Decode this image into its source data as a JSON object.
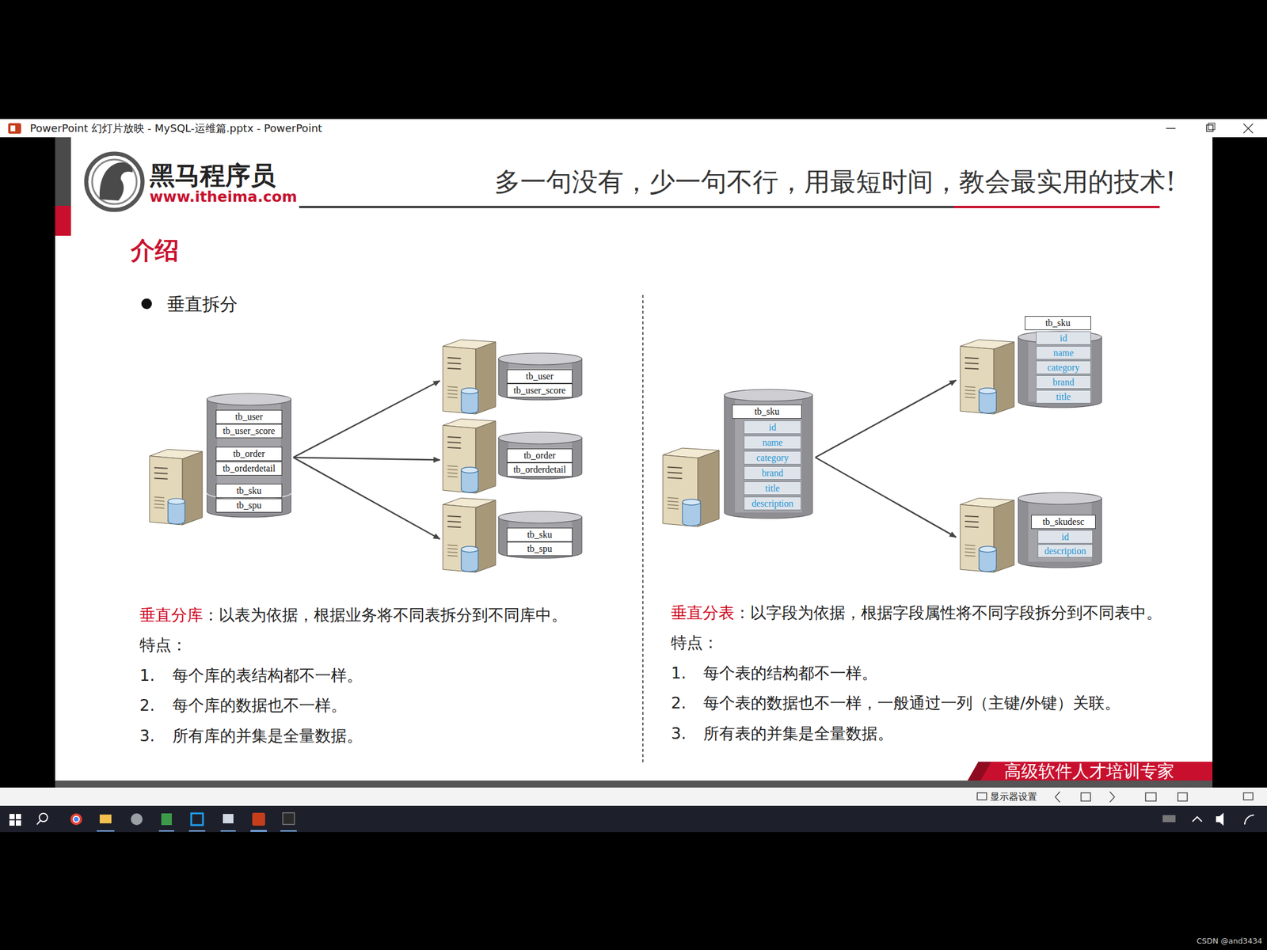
{
  "diagram": {
    "title": "介绍",
    "nodes": [
      {
        "text": []
      },
      {
        "text": [
          "tb_user"
        ],
        "in": 0
      },
      {
        "text": [
          "tb_user_score"
        ],
        "in": 0
      },
      {
        "text": [
          "tb_order"
        ],
        "in": 0
      },
      {
        "text": [
          "tb_orderdetail"
        ],
        "in": 0
      },
      {
        "text": [
          "tb_sku"
        ],
        "in": 0
      },
      {
        "text": [
          "tb_spu"
        ],
        "in": 0
      },
      {
        "text": []
      },
      {
        "text": [
          "tb_user"
        ],
        "in": 7
      },
      {
        "text": [
          "tb_user_score"
        ],
        "in": 7
      },
      {
        "text": []
      },
      {
        "text": [
          "tb_order"
        ],
        "in": 10
      },
      {
        "text": [
          "tb_orderdetail"
        ],
        "in": 10
      },
      {
        "text": []
      },
      {
        "text": [
          "tb_sku"
        ],
        "in": 13
      },
      {
        "text": [
          "tb_spu"
        ],
        "in": 13
      },
      {
        "text": []
      },
      {
        "text": [
          "tb_sku"
        ],
        "in": 16
      },
      {
        "text": [
          "id"
        ],
        "in": 16
      },
      {
        "text": [
          "name"
        ],
        "in": 16
      },
      {
        "text": [
          "category"
        ],
        "in": 16
      },
      {
        "text": [
          "brand"
        ],
        "in": 16
      },
      {
        "text": [
          "title"
        ],
        "in": 16
      },
      {
        "text": [
          "description"
        ],
        "in": 16
      },
      {
        "text": []
      },
      {
        "text": [
          "tb_sku"
        ],
        "in": 24
      },
      {
        "text": [
          "id"
        ],
        "in": 24
      },
      {
        "text": [
          "name"
        ],
        "in": 24
      },
      {
        "text": [
          "category"
        ],
        "in": 24
      },
      {
        "text": [
          "brand"
        ],
        "in": 24
      },
      {
        "text": [
          "title"
        ],
        "in": 24
      },
      {
        "text": []
      },
      {
        "text": [
          "tb_skudesc"
        ],
        "in": 31
      },
      {
        "text": [
          "id"
        ],
        "in": 31
      },
      {
        "text": [
          "description"
        ],
        "in": 31
      }
    ],
    "edges": [
      {
        "from": 0,
        "to": 7,
        "arrow": "to"
      },
      {
        "from": 0,
        "to": 10,
        "arrow": "to"
      },
      {
        "from": 0,
        "to": 13,
        "arrow": "to"
      },
      {
        "from": 16,
        "to": 24,
        "arrow": "to"
      },
      {
        "from": 16,
        "to": 31,
        "arrow": "to"
      }
    ],
    "labels": [
      "PowerPoint 幻灯片放映 - MySQL-运维篇.pptx - PowerPoint",
      "黑马程序员",
      "www.itheima.com",
      "多一句没有，少一句不行，用最短时间，教会最实用的技术!",
      "垂直拆分",
      "垂直分库",
      "：以表为依据，根据业务将不同表拆分到不同库中。",
      "特点：",
      "1.",
      "每个库的表结构都不一样。",
      "2.",
      "每个库的数据也不一样。",
      "3.",
      "所有库的并集是全量数据。",
      "垂直分表",
      "：以字段为依据，根据字段属性将不同字段拆分到不同表中。",
      "特点：",
      "1.",
      "每个表的结构都不一样。",
      "2.",
      "每个表的数据也不一样，一般通过一列（主键/外键）关联。",
      "3.",
      "所有表的并集是全量数据。",
      "高级软件人才培训专家",
      "显示器设置",
      "CSDN @and3434"
    ]
  }
}
